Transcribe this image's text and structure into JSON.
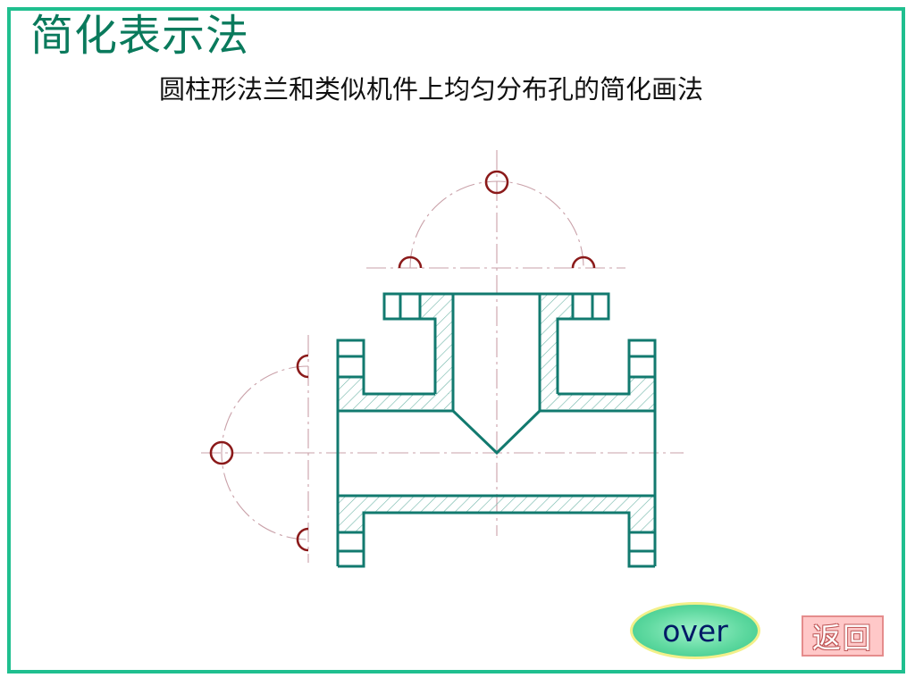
{
  "page": {
    "title": "简化表示法",
    "subtitle": "圆柱形法兰和类似机件上均匀分布孔的简化画法"
  },
  "buttons": {
    "over_label": "over",
    "back_label": "返回"
  },
  "colors": {
    "frame": "#1fbf8f",
    "title": "#0a7a5c",
    "outline": "#127a6f",
    "hole": "#8b1a1a",
    "centerline": "#c9a0a8",
    "hatch": "#6fb5a8"
  }
}
